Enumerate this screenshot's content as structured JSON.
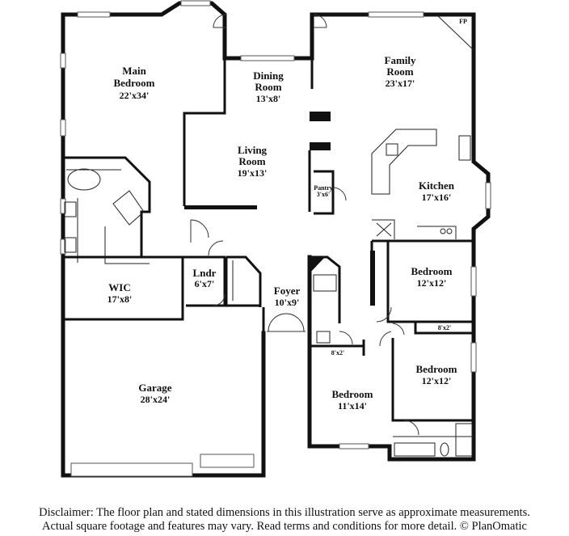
{
  "rooms": {
    "main_bedroom": {
      "name_line1": "Main",
      "name_line2": "Bedroom",
      "dims": "22'x34'"
    },
    "dining_room": {
      "name_line1": "Dining",
      "name_line2": "Room",
      "dims": "13'x8'"
    },
    "family_room": {
      "name_line1": "Family",
      "name_line2": "Room",
      "dims": "23'x17'"
    },
    "living_room": {
      "name_line1": "Living",
      "name_line2": "Room",
      "dims": "19'x13'"
    },
    "kitchen": {
      "name": "Kitchen",
      "dims": "17'x16'"
    },
    "pantry": {
      "name": "Pantry",
      "dims": "3'x6'"
    },
    "wic": {
      "name": "WIC",
      "dims": "17'x8'"
    },
    "laundry": {
      "name": "Lndr",
      "dims": "6'x7'"
    },
    "foyer": {
      "name": "Foyer",
      "dims": "10'x9'"
    },
    "bedroom_2": {
      "name": "Bedroom",
      "dims": "12'x12'"
    },
    "bedroom_3": {
      "name": "Bedroom",
      "dims": "12'x12'"
    },
    "bedroom_4": {
      "name": "Bedroom",
      "dims": "11'x14'"
    },
    "garage": {
      "name": "Garage",
      "dims": "28'x24'"
    },
    "closet_1": {
      "dims": "8'x2'"
    },
    "closet_2": {
      "dims": "8'x2'"
    },
    "fireplace": {
      "label": "FP"
    }
  },
  "disclaimer": {
    "line1": "Disclaimer: The floor plan and stated dimensions in this illustration serve as approximate measurements.",
    "line2": "Actual square footage and features may vary. Read terms and conditions for more detail. © PlanOmatic"
  }
}
